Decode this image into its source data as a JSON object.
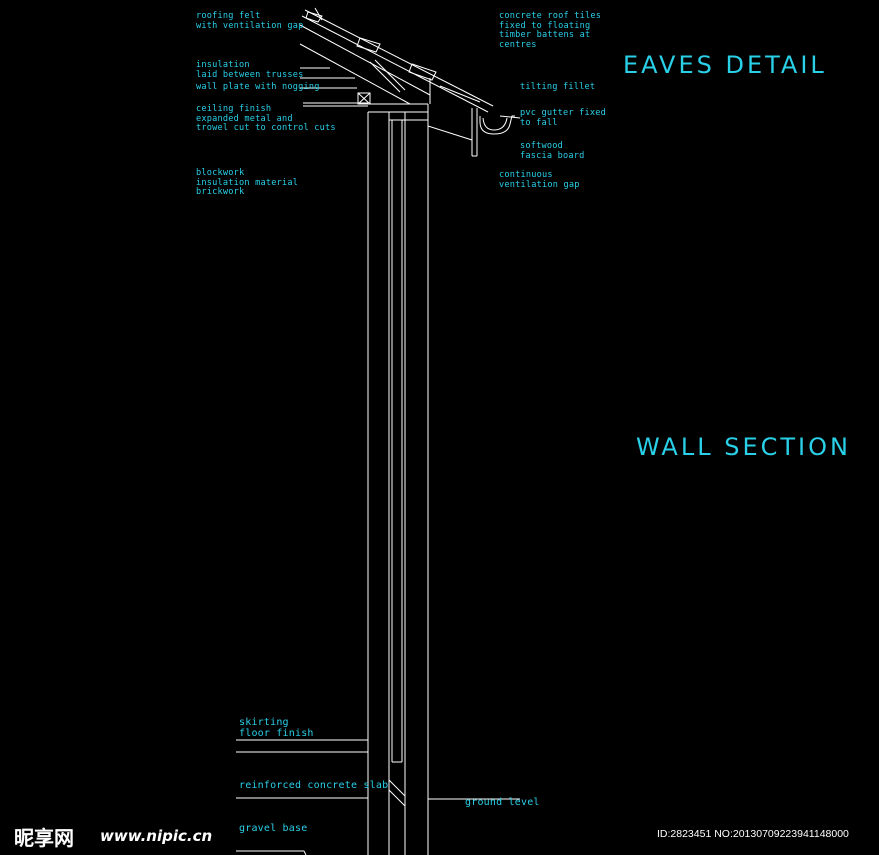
{
  "titles": {
    "eaves_detail": "EAVES DETAIL",
    "wall_section": "WALL SECTION"
  },
  "labels": {
    "roofing_felt": "roofing felt\nwith ventilation gap",
    "insulation_trusses": "insulation\nlaid between trusses",
    "wall_plate": "wall plate with nogging",
    "ceiling_finish": "ceiling finish\nexpanded metal and\ntrowel cut to control cuts",
    "blockwork": "blockwork\ninsulation material\nbrickwork",
    "concrete_tiles": "concrete roof tiles\nfixed to floating\ntimber battens at\ncentres",
    "tilting_fillet": "tilting fillet",
    "pvc_gutter": "pvc gutter fixed\nto fall",
    "fascia_board": "softwood\nfascia board",
    "ventilation_gap": "continuous\nventilation gap",
    "skirting": "skirting\nfloor finish",
    "concrete_slab": "reinforced concrete slab",
    "ground_level": "ground level",
    "gravel_base": "gravel base"
  },
  "watermark": {
    "logo_text": "昵享网",
    "site": "www.nipic.cn",
    "id_line": "ID:2823451 NO:20130709223941148000"
  },
  "colors": {
    "background": "#000000",
    "line": "#ffffff",
    "text": "#29d0e8"
  }
}
